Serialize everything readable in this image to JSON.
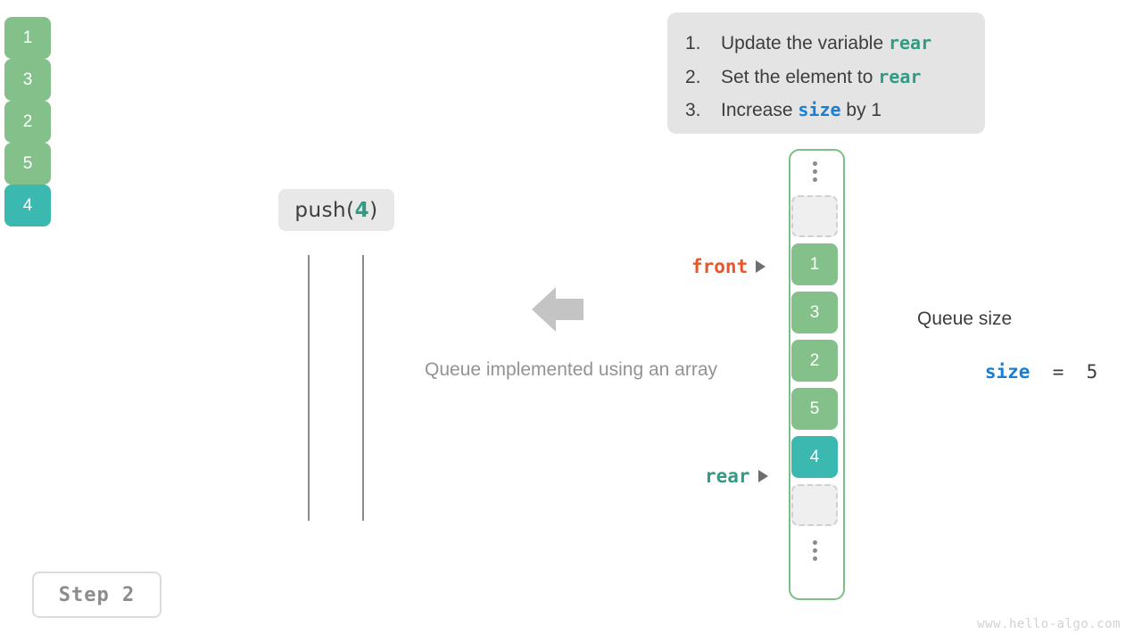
{
  "instructions": {
    "items": [
      {
        "num": "1.",
        "pre": "Update the variable ",
        "code": "rear",
        "code_style": "teal",
        "post": ""
      },
      {
        "num": "2.",
        "pre": "Set the element to ",
        "code": "rear",
        "code_style": "teal",
        "post": ""
      },
      {
        "num": "3.",
        "pre": "Increase ",
        "code": "size",
        "code_style": "blue",
        "post": " by 1"
      }
    ]
  },
  "operation": {
    "prefix": "push(",
    "arg": "4",
    "suffix": ")"
  },
  "left_array": {
    "cells": [
      {
        "value": "1",
        "style": "green"
      },
      {
        "value": "3",
        "style": "green"
      },
      {
        "value": "2",
        "style": "green"
      },
      {
        "value": "5",
        "style": "green"
      },
      {
        "value": "4",
        "style": "teal"
      }
    ]
  },
  "right_array": {
    "top_ellipsis": "⋮",
    "bottom_ellipsis": "⋮",
    "cells": [
      {
        "value": "",
        "style": "empty"
      },
      {
        "value": "1",
        "style": "green"
      },
      {
        "value": "3",
        "style": "green"
      },
      {
        "value": "2",
        "style": "green"
      },
      {
        "value": "5",
        "style": "green"
      },
      {
        "value": "4",
        "style": "teal"
      },
      {
        "value": "",
        "style": "empty"
      }
    ]
  },
  "pointers": {
    "front": "front",
    "rear": "rear"
  },
  "caption": "Queue implemented using an array",
  "queue_size": {
    "title": "Queue size",
    "var": "size",
    "equals": "  =  ",
    "value": "5"
  },
  "step_badge": "Step 2",
  "watermark": "www.hello-algo.com",
  "colors": {
    "green_cell": "#84c08a",
    "teal_cell": "#3bb8b0",
    "front_label": "#e8562a",
    "rear_label": "#349a83",
    "size_var": "#1a7fd4",
    "array_border": "#7cbf84",
    "arrow": "#c4c4c4",
    "card_bg": "#e4e4e4"
  }
}
